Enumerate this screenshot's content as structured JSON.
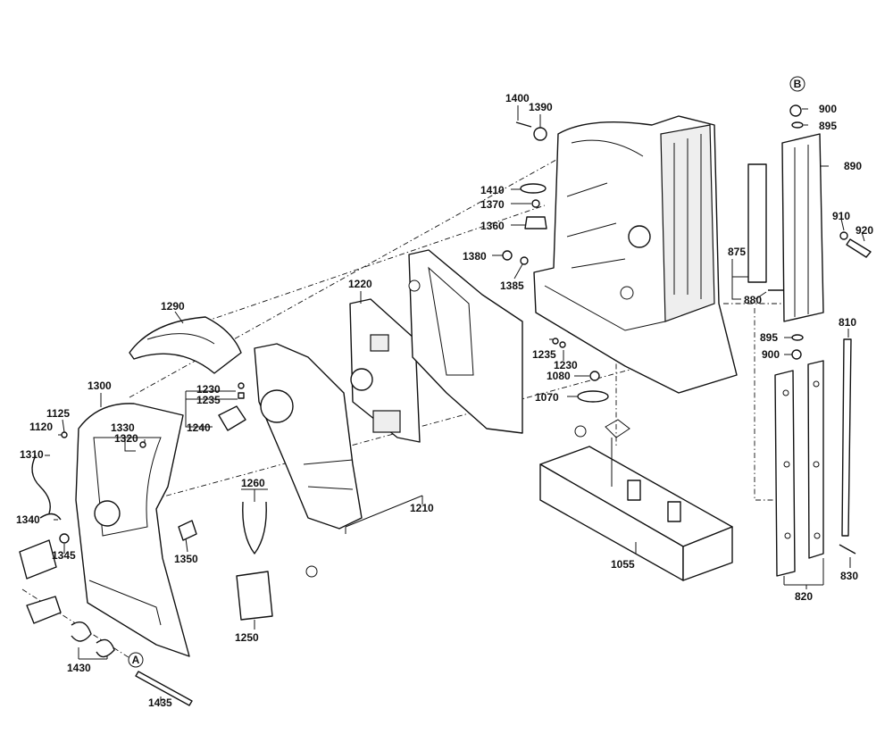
{
  "callouts": {
    "c1400": "1400",
    "c1390": "1390",
    "c1410": "1410",
    "c1370": "1370",
    "c1360": "1360",
    "c1380": "1380",
    "c1385": "1385",
    "c1220": "1220",
    "c1290": "1290",
    "c1300": "1300",
    "c1230a": "1230",
    "c1235a": "1235",
    "c1240": "1240",
    "c1125": "1125",
    "c1120": "1120",
    "c1330": "1330",
    "c1320": "1320",
    "c1310": "1310",
    "c1340": "1340",
    "c1345": "1345",
    "c1350": "1350",
    "c1260": "1260",
    "c1250": "1250",
    "c1210": "1210",
    "c1430": "1430",
    "c1435": "1435",
    "c1235b": "1235",
    "c1230b": "1230",
    "c1080": "1080",
    "c1070": "1070",
    "c1055": "1055",
    "c900a": "900",
    "c895a": "895",
    "c890": "890",
    "c910": "910",
    "c920": "920",
    "c875": "875",
    "c880": "880",
    "c895b": "895",
    "c900b": "900",
    "c810": "810",
    "c820": "820",
    "c830": "830"
  },
  "ref_markers": {
    "a": "A",
    "b": "B"
  }
}
